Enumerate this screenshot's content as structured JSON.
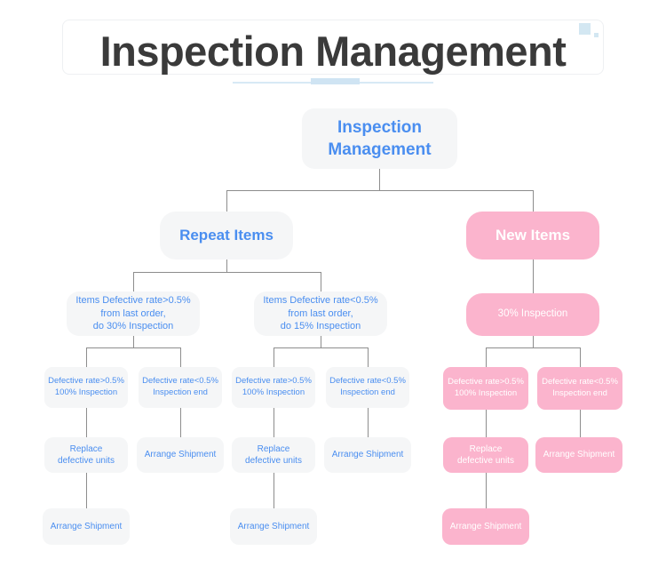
{
  "header": {
    "title": "Inspection Management",
    "decoration_color": "#d3e7f2",
    "underline_color": "#cfe4f3"
  },
  "theme": {
    "blue_node_bg": "#f5f6f7",
    "blue_node_text": "#4a8ef0",
    "pink_node_bg": "#fbb4cd",
    "pink_node_text": "#ffffff",
    "connector_color": "#8d8d8d"
  },
  "chart_data": {
    "type": "diagram",
    "title": "Inspection Management",
    "diagram_kind": "tree-flowchart",
    "nodes": [
      {
        "id": "root",
        "label": "Inspection\nManagement",
        "level": 1,
        "color": "blue"
      },
      {
        "id": "repeat",
        "label": "Repeat Items",
        "level": 2,
        "color": "blue"
      },
      {
        "id": "new",
        "label": "New Items",
        "level": 2,
        "color": "pink"
      },
      {
        "id": "r-high",
        "label": "Items Defective rate>0.5%\nfrom last order,\ndo 30% Inspection",
        "level": 3,
        "color": "blue"
      },
      {
        "id": "r-low",
        "label": "Items Defective rate<0.5%\nfrom last order,\ndo 15% Inspection",
        "level": 3,
        "color": "blue"
      },
      {
        "id": "n-30",
        "label": "30% Inspection",
        "level": 3,
        "color": "pink"
      },
      {
        "id": "rh-gt",
        "label": "Defective rate>0.5%\n100% Inspection",
        "level": 4,
        "color": "blue"
      },
      {
        "id": "rh-lt",
        "label": "Defective rate<0.5%\nInspection end",
        "level": 4,
        "color": "blue"
      },
      {
        "id": "rl-gt",
        "label": "Defective rate>0.5%\n100% Inspection",
        "level": 4,
        "color": "blue"
      },
      {
        "id": "rl-lt",
        "label": "Defective rate<0.5%\nInspection end",
        "level": 4,
        "color": "blue"
      },
      {
        "id": "n-gt",
        "label": "Defective rate>0.5%\n100% Inspection",
        "level": 4,
        "color": "pink"
      },
      {
        "id": "n-lt",
        "label": "Defective rate<0.5%\nInspection end",
        "level": 4,
        "color": "pink"
      },
      {
        "id": "rh-replace",
        "label": "Replace\ndefective units",
        "level": 5,
        "color": "blue"
      },
      {
        "id": "rh-arrange",
        "label": "Arrange Shipment",
        "level": 5,
        "color": "blue"
      },
      {
        "id": "rl-replace",
        "label": "Replace\ndefective units",
        "level": 5,
        "color": "blue"
      },
      {
        "id": "rl-arrange",
        "label": "Arrange Shipment",
        "level": 5,
        "color": "blue"
      },
      {
        "id": "n-replace",
        "label": "Replace\ndefective units",
        "level": 5,
        "color": "pink"
      },
      {
        "id": "n-arrange",
        "label": "Arrange Shipment",
        "level": 5,
        "color": "pink"
      },
      {
        "id": "rh-ship",
        "label": "Arrange Shipment",
        "level": 6,
        "color": "blue"
      },
      {
        "id": "rl-ship",
        "label": "Arrange Shipment",
        "level": 6,
        "color": "blue"
      },
      {
        "id": "n-ship",
        "label": "Arrange Shipment",
        "level": 6,
        "color": "pink"
      }
    ],
    "edges": [
      [
        "root",
        "repeat"
      ],
      [
        "root",
        "new"
      ],
      [
        "repeat",
        "r-high"
      ],
      [
        "repeat",
        "r-low"
      ],
      [
        "new",
        "n-30"
      ],
      [
        "r-high",
        "rh-gt"
      ],
      [
        "r-high",
        "rh-lt"
      ],
      [
        "r-low",
        "rl-gt"
      ],
      [
        "r-low",
        "rl-lt"
      ],
      [
        "n-30",
        "n-gt"
      ],
      [
        "n-30",
        "n-lt"
      ],
      [
        "rh-gt",
        "rh-replace"
      ],
      [
        "rh-lt",
        "rh-arrange"
      ],
      [
        "rl-gt",
        "rl-replace"
      ],
      [
        "rl-lt",
        "rl-arrange"
      ],
      [
        "n-gt",
        "n-replace"
      ],
      [
        "n-lt",
        "n-arrange"
      ],
      [
        "rh-replace",
        "rh-ship"
      ],
      [
        "rl-replace",
        "rl-ship"
      ],
      [
        "n-replace",
        "n-ship"
      ]
    ]
  },
  "nodes": {
    "root": {
      "line1": "Inspection",
      "line2": "Management"
    },
    "repeat": {
      "label": "Repeat Items"
    },
    "new": {
      "label": "New Items"
    },
    "r_high": {
      "line1": "Items Defective rate>0.5%",
      "line2": "from last order,",
      "line3": "do 30% Inspection"
    },
    "r_low": {
      "line1": "Items Defective rate<0.5%",
      "line2": "from last order,",
      "line3": "do 15% Inspection"
    },
    "n_30": {
      "label": "30% Inspection"
    },
    "rh_gt": {
      "line1": "Defective rate>0.5%",
      "line2": "100% Inspection"
    },
    "rh_lt": {
      "line1": "Defective rate<0.5%",
      "line2": "Inspection end"
    },
    "rl_gt": {
      "line1": "Defective rate>0.5%",
      "line2": "100% Inspection"
    },
    "rl_lt": {
      "line1": "Defective rate<0.5%",
      "line2": "Inspection end"
    },
    "n_gt": {
      "line1": "Defective rate>0.5%",
      "line2": "100% Inspection"
    },
    "n_lt": {
      "line1": "Defective rate<0.5%",
      "line2": "Inspection end"
    },
    "rh_replace": {
      "line1": "Replace",
      "line2": "defective units"
    },
    "rh_arrange": {
      "label": "Arrange Shipment"
    },
    "rl_replace": {
      "line1": "Replace",
      "line2": "defective units"
    },
    "rl_arrange": {
      "label": "Arrange Shipment"
    },
    "n_replace": {
      "line1": "Replace",
      "line2": "defective units"
    },
    "n_arrange": {
      "label": "Arrange Shipment"
    },
    "rh_ship": {
      "label": "Arrange Shipment"
    },
    "rl_ship": {
      "label": "Arrange Shipment"
    },
    "n_ship": {
      "label": "Arrange Shipment"
    }
  }
}
